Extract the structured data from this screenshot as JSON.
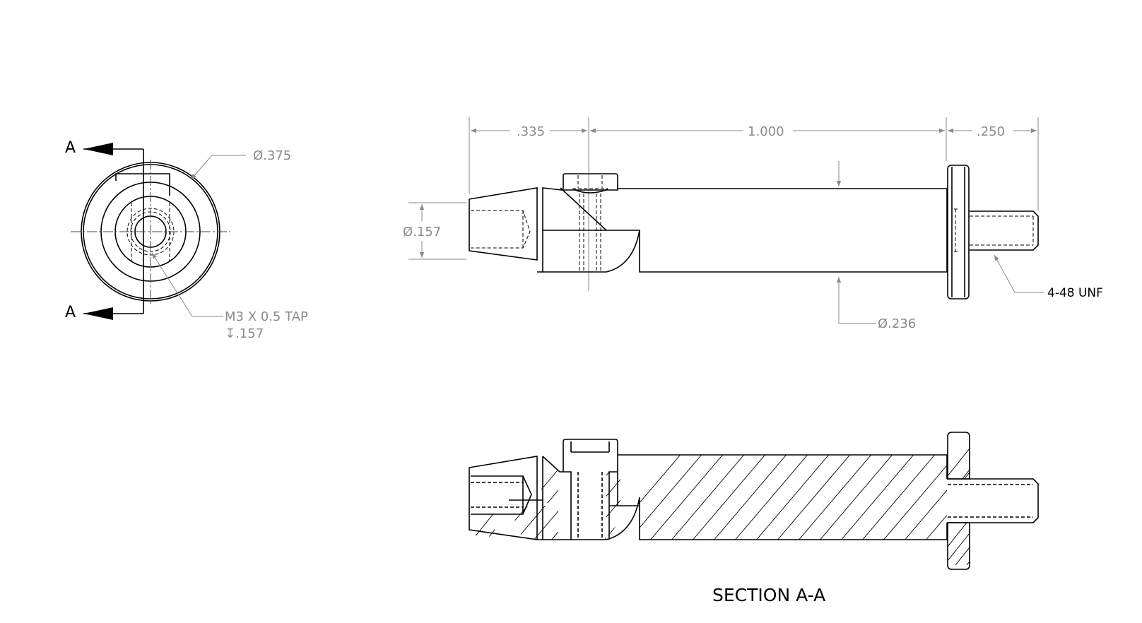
{
  "front_view": {
    "section_letter_top": "A",
    "section_letter_bottom": "A",
    "diameter_callout": "Ø.375",
    "tap_callout_line1": "M3 X 0.5 TAP",
    "tap_callout_line2": "↧.157"
  },
  "side_view": {
    "dim_left": ".335",
    "dim_middle": "1.000",
    "dim_right": ".250",
    "dim_tip_diameter": "Ø.157",
    "dim_body_diameter": "Ø.236",
    "thread_callout": "4-48 UNF"
  },
  "section_view": {
    "title": "SECTION A-A"
  }
}
